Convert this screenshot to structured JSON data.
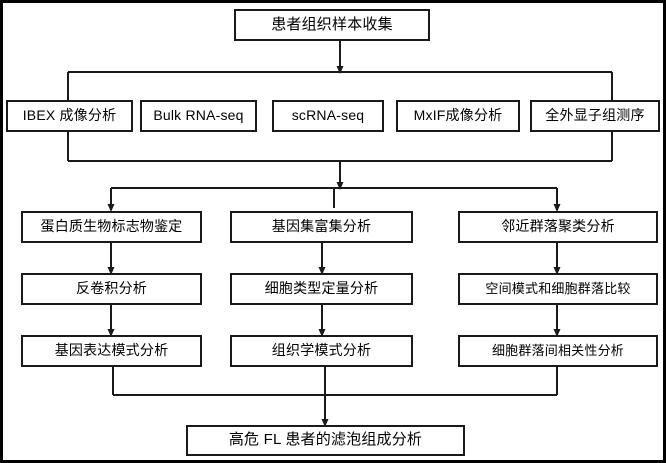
{
  "diagram": {
    "title": "患者组织样本收集",
    "orientation": "top-down",
    "line_color": "#1a1a1a",
    "box_fill": "#ffffff",
    "border_color": "#1a1a1a"
  },
  "nodes": {
    "root": {
      "label": "患者组织样本收集"
    },
    "platforms": [
      {
        "label": "IBEX 成像分析"
      },
      {
        "label": "Bulk RNA-seq"
      },
      {
        "label": "scRNA-seq"
      },
      {
        "label": "MxIF成像分析"
      },
      {
        "label": "全外显子组测序"
      }
    ],
    "columns": [
      {
        "steps": [
          {
            "label": "蛋白质生物标志物鉴定"
          },
          {
            "label": "反卷积分析"
          },
          {
            "label": "基因表达模式分析"
          }
        ]
      },
      {
        "steps": [
          {
            "label": "基因集富集分析"
          },
          {
            "label": "细胞类型定量分析"
          },
          {
            "label": "组织学模式分析"
          }
        ]
      },
      {
        "steps": [
          {
            "label": "邻近群落聚类分析"
          },
          {
            "label": "空间模式和细胞群落比较"
          },
          {
            "label": "细胞群落间相关性分析"
          }
        ]
      }
    ],
    "result": {
      "label": "高危 FL 患者的滤泡组成分析"
    }
  }
}
